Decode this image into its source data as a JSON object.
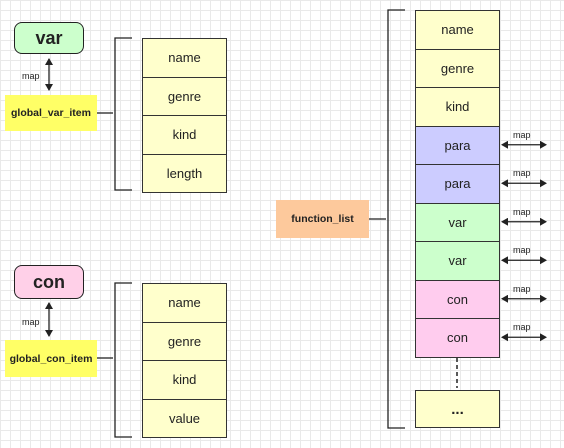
{
  "var_group": {
    "title": "var",
    "title_bg": "#ccffcc",
    "map_label": "map",
    "item_label": "global_var_item",
    "fields": [
      "name",
      "genre",
      "kind",
      "length"
    ]
  },
  "con_group": {
    "title": "con",
    "title_bg": "#ffd0e8",
    "map_label": "map",
    "item_label": "global_con_item",
    "fields": [
      "name",
      "genre",
      "kind",
      "value"
    ]
  },
  "function_list": {
    "label": "function_list",
    "cells": [
      {
        "label": "name",
        "color": "#ffffcc",
        "map": false
      },
      {
        "label": "genre",
        "color": "#ffffcc",
        "map": false
      },
      {
        "label": "kind",
        "color": "#ffffcc",
        "map": false
      },
      {
        "label": "para",
        "color": "#ccccff",
        "map": true
      },
      {
        "label": "para",
        "color": "#ccccff",
        "map": true
      },
      {
        "label": "var",
        "color": "#ccffcc",
        "map": true
      },
      {
        "label": "var",
        "color": "#ccffcc",
        "map": true
      },
      {
        "label": "con",
        "color": "#ffccee",
        "map": true
      },
      {
        "label": "con",
        "color": "#ffccee",
        "map": true
      }
    ],
    "tail_label": "...",
    "map_label": "map"
  },
  "colors": {
    "field_bg": "#ffffcc",
    "item_bg": "#ffff66",
    "function_list_bg": "#fdc99c",
    "line": "#222222"
  }
}
